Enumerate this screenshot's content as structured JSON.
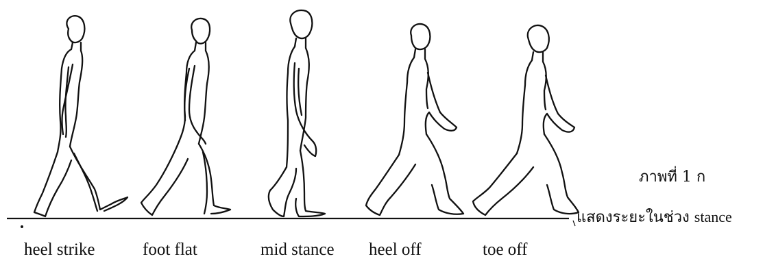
{
  "figure": {
    "phases": [
      {
        "label": "heel strike"
      },
      {
        "label": "foot flat"
      },
      {
        "label": "mid stance"
      },
      {
        "label": "heel off"
      },
      {
        "label": "toe off"
      }
    ],
    "caption": {
      "line1": "ภาพที่ 1 ก",
      "line2_thai": "แสดงระยะในช่วง",
      "line2_latin": "stance"
    },
    "ink_color": "#111111"
  }
}
